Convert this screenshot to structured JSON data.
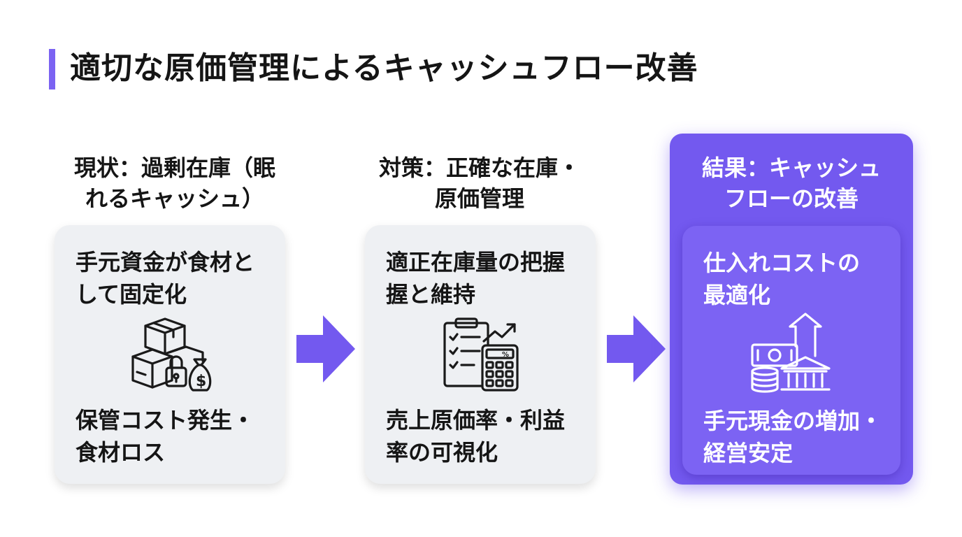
{
  "title": "適切な原価管理によるキャッシュフロー改善",
  "columns": [
    {
      "heading_lines": [
        "現状：過剰在庫（眠",
        "れるキャッシュ）"
      ],
      "top_text_lines": [
        "手元資金が食材と",
        "して固定化"
      ],
      "bottom_text_lines": [
        "保管コスト発生・",
        "食材ロス"
      ],
      "icon": "boxes-lock-moneybag-icon"
    },
    {
      "heading_lines": [
        "対策：正確な在庫・",
        "原価管理"
      ],
      "top_text_lines": [
        "適正在庫量の把握",
        "握と維持"
      ],
      "bottom_text_lines": [
        "売上原価率・利益",
        "率の可視化"
      ],
      "icon": "clipboard-calculator-chart-icon"
    },
    {
      "heading_lines": [
        "結果：キャッシュ",
        "フローの改善"
      ],
      "top_text_lines": [
        "仕入れコストの",
        "最適化"
      ],
      "bottom_text_lines": [
        "手元現金の増加・",
        "経営安定"
      ],
      "icon": "money-bank-growth-icon"
    }
  ],
  "arrow_icon": "arrow-right-icon",
  "colors": {
    "accent": "#7359ef",
    "card_bg": "#eef0f3",
    "text": "#151515",
    "white": "#ffffff"
  }
}
